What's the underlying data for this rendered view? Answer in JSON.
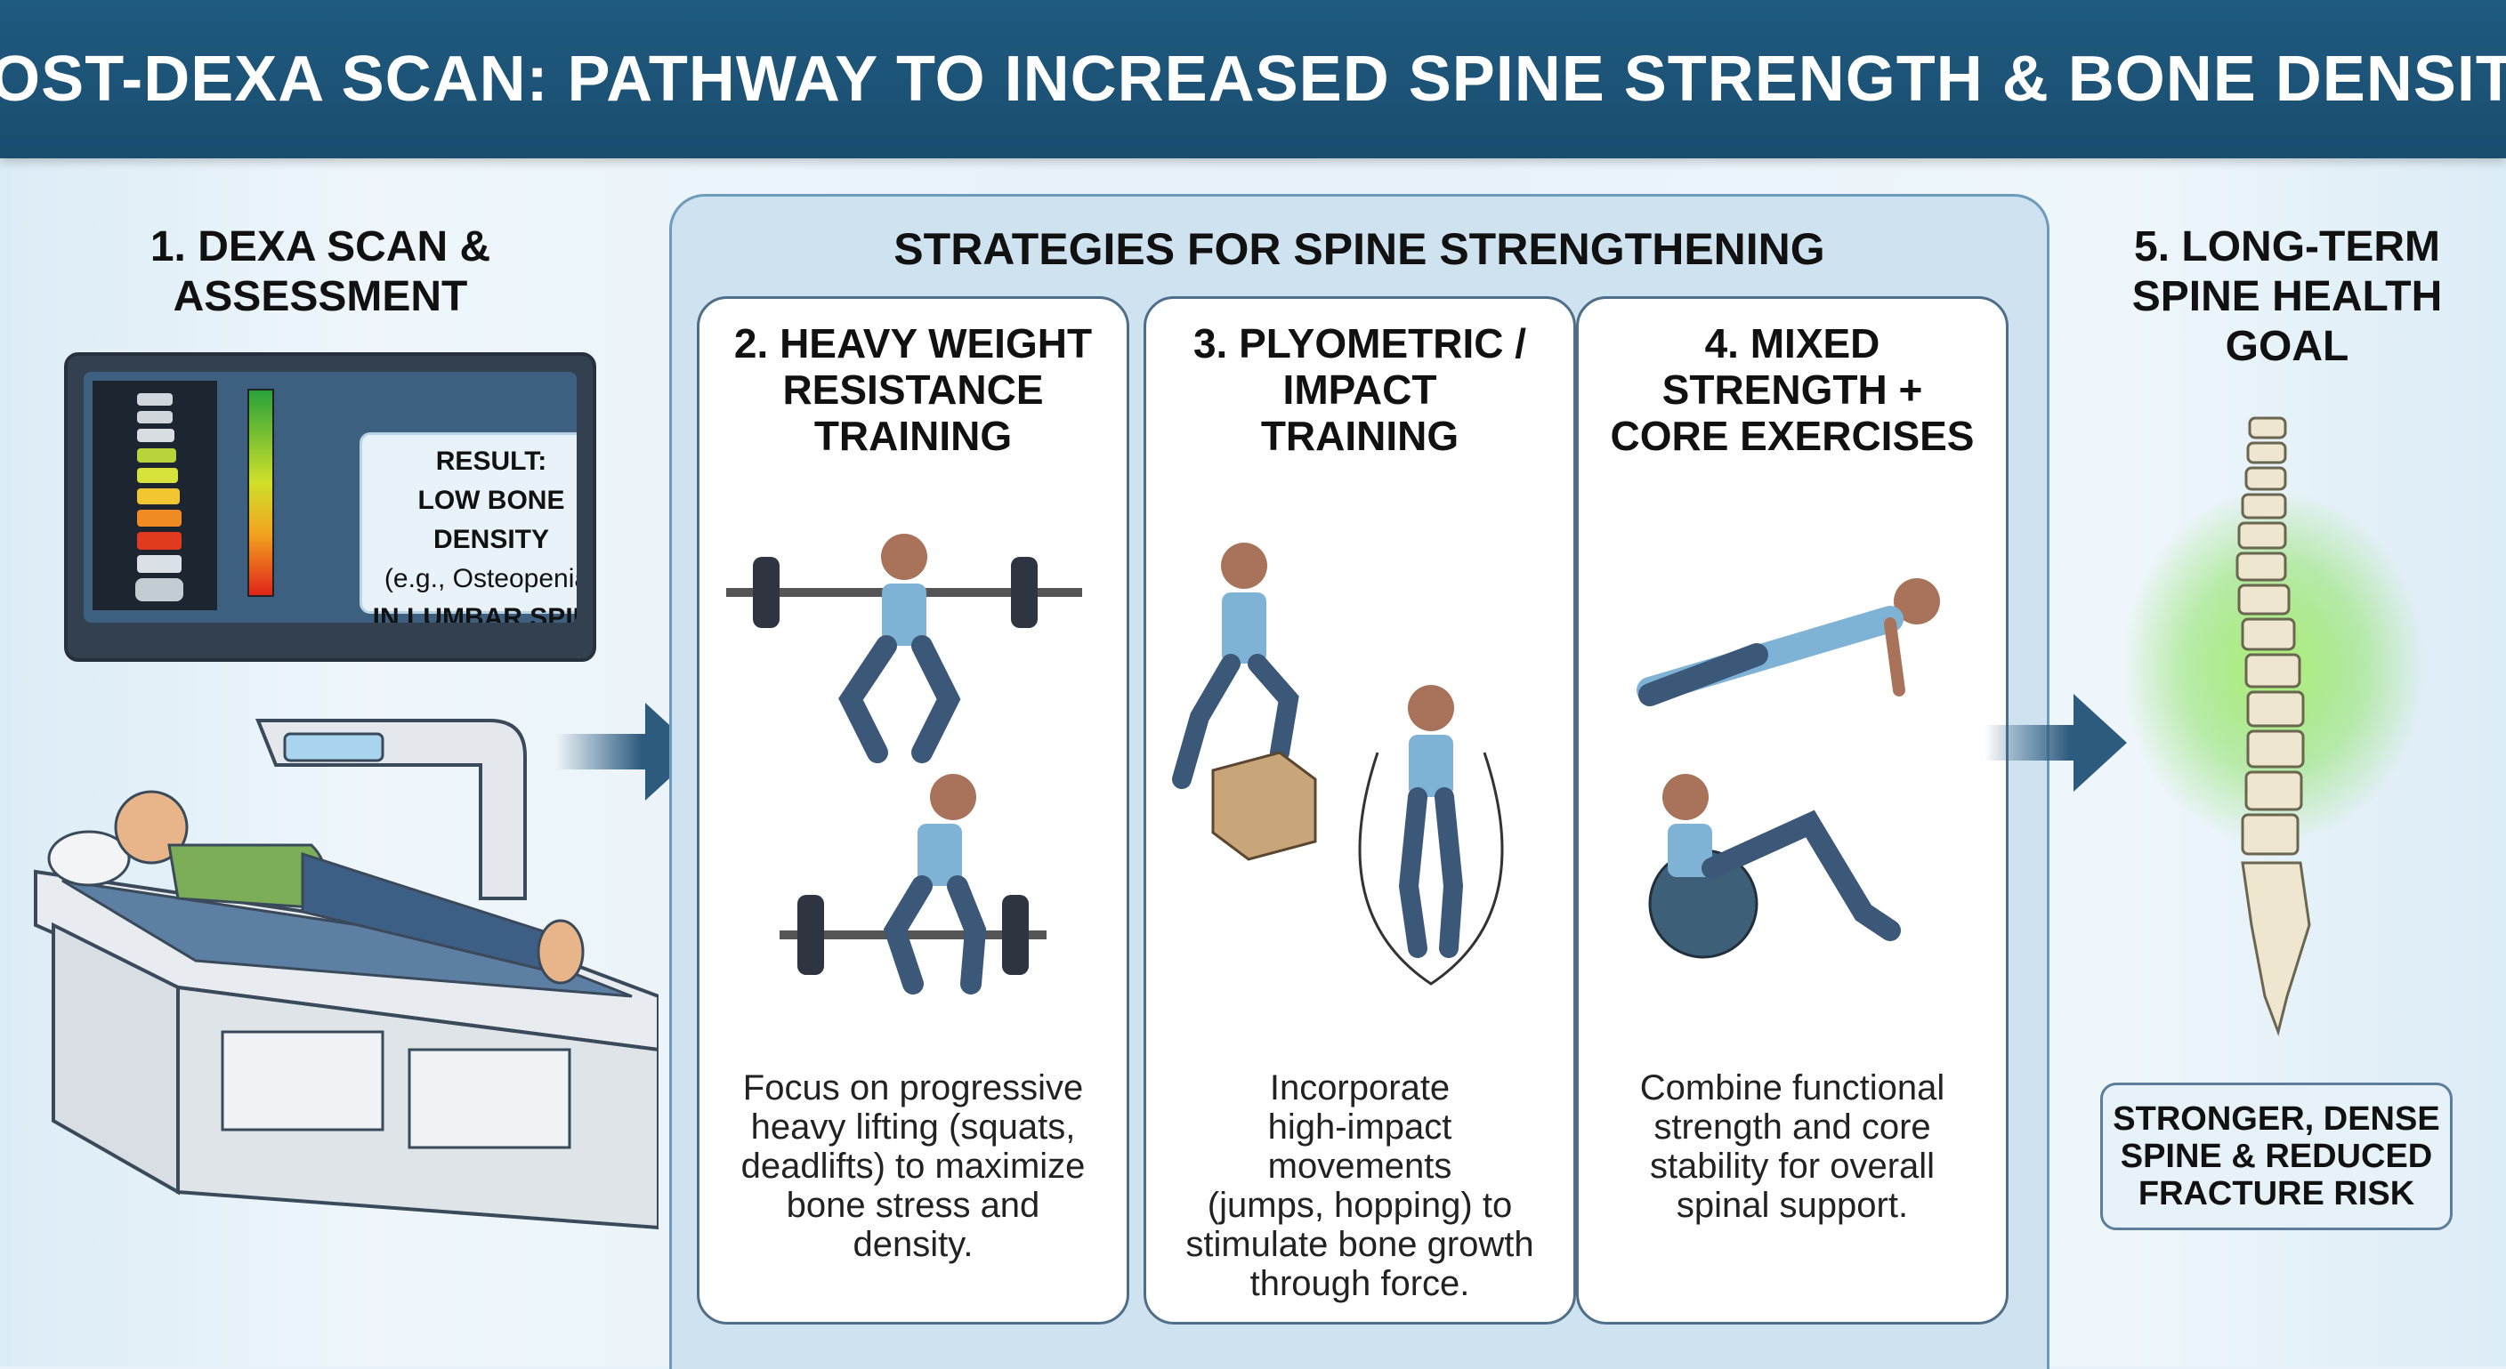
{
  "title": "POST-DEXA SCAN: PATHWAY TO INCREASED SPINE STRENGTH & BONE DENSITY",
  "step1": {
    "heading_line1": "1. DEXA SCAN &",
    "heading_line2": "ASSESSMENT",
    "result_label": "RESULT:",
    "result_line1": "LOW BONE DENSITY",
    "result_line2": "(e.g., Osteopenia)",
    "result_line3": "IN LUMBAR SPINE"
  },
  "strategies": {
    "title": "STRATEGIES FOR SPINE STRENGTHENING",
    "cards": [
      {
        "title_lines": [
          "2. HEAVY WEIGHT",
          "RESISTANCE",
          "TRAINING"
        ],
        "desc_lines": [
          "Focus on progressive",
          "heavy lifting (squats,",
          "deadlifts) to maximize",
          "bone stress and",
          "density."
        ]
      },
      {
        "title_lines": [
          "3. PLYOMETRIC /",
          "IMPACT",
          "TRAINING"
        ],
        "desc_lines": [
          "Incorporate",
          "high-impact",
          "movements",
          "(jumps, hopping) to",
          "stimulate bone growth",
          "through force."
        ]
      },
      {
        "title_lines": [
          "4. MIXED",
          "STRENGTH +",
          "CORE EXERCISES"
        ],
        "desc_lines": [
          "Combine functional",
          "strength and core",
          "stability for overall",
          "spinal support."
        ]
      }
    ]
  },
  "step5": {
    "heading_lines": [
      "5. LONG-TERM",
      "SPINE HEALTH",
      "GOAL"
    ],
    "goal_lines": [
      "STRONGER, DENSE",
      "SPINE & REDUCED",
      "FRACTURE RISK"
    ]
  },
  "colors": {
    "header": "#1f5a80",
    "panel": "#cfe2ef",
    "arrow": "#2d5b7e",
    "glow": "#7ee04a"
  }
}
